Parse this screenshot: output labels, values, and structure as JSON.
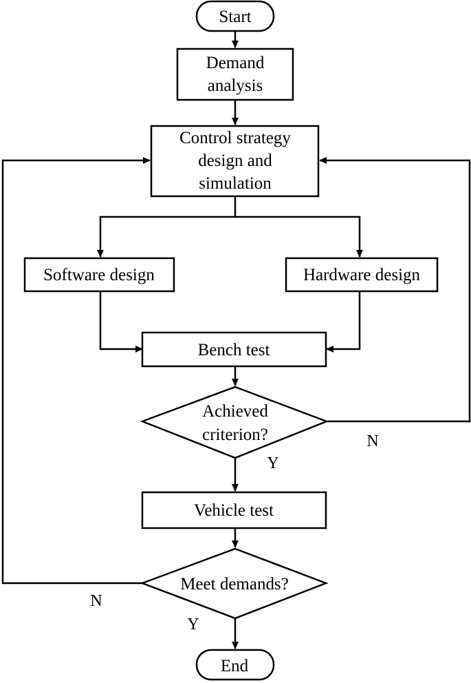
{
  "nodes": {
    "start": "Start",
    "demand_analysis": [
      "Demand",
      "analysis"
    ],
    "control_strategy": [
      "Control strategy",
      "design and",
      "simulation"
    ],
    "software_design": "Software design",
    "hardware_design": "Hardware design",
    "bench_test": "Bench test",
    "achieved_criterion": [
      "Achieved",
      "criterion?"
    ],
    "vehicle_test": "Vehicle test",
    "meet_demands": "Meet demands?",
    "end": "End"
  },
  "edge_labels": {
    "achieved_no": "N",
    "achieved_yes": "Y",
    "meet_no": "N",
    "meet_yes": "Y"
  }
}
